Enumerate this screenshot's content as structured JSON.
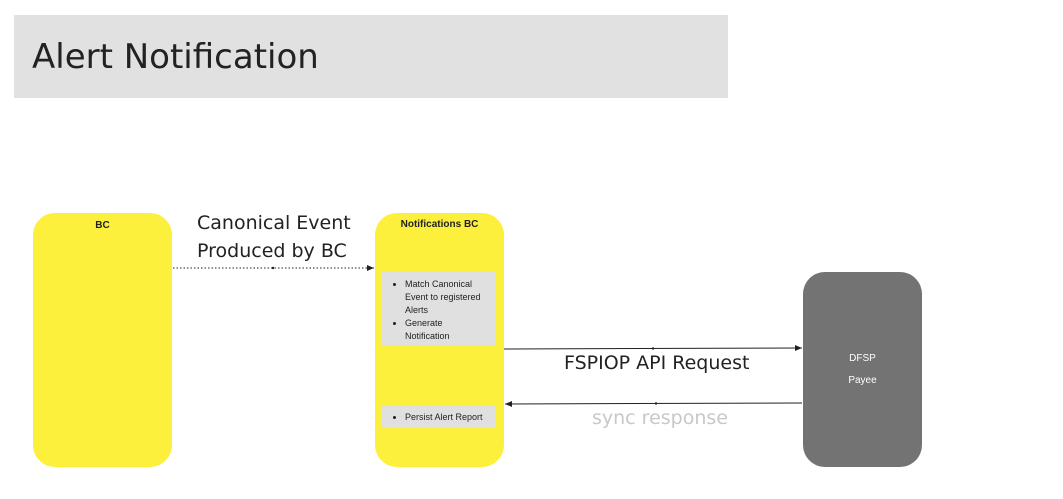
{
  "title": "Alert Notification",
  "lanes": {
    "bc": {
      "label": "BC"
    },
    "notifications": {
      "label": "Notifications BC",
      "process_items": [
        "Match Canonical Event to registered Alerts",
        "Generate Notification"
      ],
      "persist_items": [
        "Persist Alert Report"
      ]
    },
    "dfsp": {
      "label": "DFSP",
      "role": "Payee"
    }
  },
  "connectors": {
    "canonical_event_line1": "Canonical Event",
    "canonical_event_line2": "Produced by BC",
    "api_request": "FSPIOP API Request",
    "sync_response": "sync response"
  },
  "colors": {
    "lane_yellow": "#fdf03c",
    "lane_gray": "#737373",
    "title_bar": "#e1e1e1",
    "box": "#e0e0e0"
  }
}
